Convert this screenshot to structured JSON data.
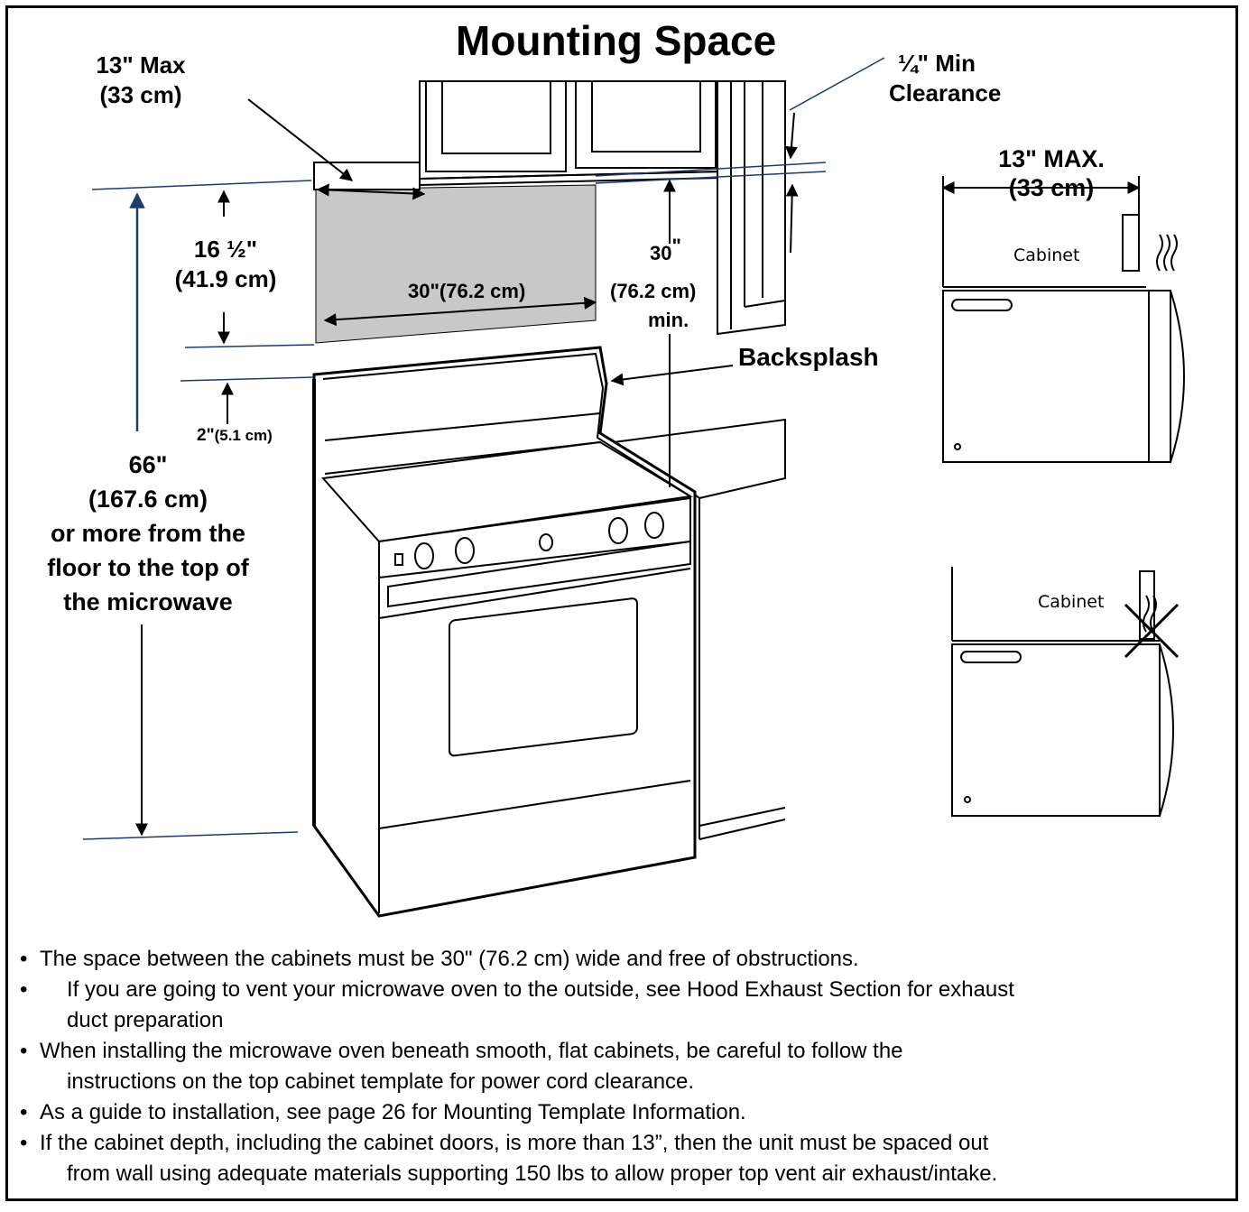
{
  "title": "Mounting Space",
  "labels": {
    "max_depth": "13\" Max",
    "max_depth_metric": "(33 cm)",
    "min_clearance_top": "¼\" Min",
    "min_clearance_bottom": "Clearance",
    "height_16": "16 ½\"",
    "height_16_metric": "(41.9 cm)",
    "width_30": "30\"(76.2 cm)",
    "width_30_min_a": "30",
    "width_30_min_b": "\"",
    "width_30_min_metric": "(76.2 cm)",
    "width_30_min_c": "min.",
    "backsplash": "Backsplash",
    "gap_2": "2\"",
    "gap_2_metric": "(5.1 cm)",
    "floor_66": "66\"",
    "floor_66_metric": "(167.6 cm)",
    "floor_line1": "or more from the",
    "floor_line2": "floor to the top of",
    "floor_line3": "the microwave",
    "side_max": "13\" MAX.",
    "side_max_metric": "(33 cm)",
    "cabinet_1": "Cabinet",
    "cabinet_2": "Cabinet"
  },
  "notes": [
    {
      "bullet": "•",
      "text": "The space between the cabinets must be 30\" (76.2 cm) wide and free of obstructions."
    },
    {
      "bullet": "•",
      "text": "If you are going to vent your microwave oven to the outside, see Hood Exhaust Section for exhaust",
      "cont": "duct preparation"
    },
    {
      "bullet": "•",
      "text": "When installing the microwave oven beneath smooth, flat cabinets, be careful to follow the",
      "cont": "instructions on the top cabinet template for power cord clearance."
    },
    {
      "bullet": "•",
      "text": "As a guide to installation, see page 26 for Mounting Template Information."
    },
    {
      "bullet": "•",
      "text": "If the cabinet depth, including the cabinet doors, is more than 13”, then the unit must be spaced out",
      "cont": "from wall using adequate materials supporting 150 lbs to allow proper top vent air exhaust/intake."
    }
  ],
  "colors": {
    "dimension_line": "#1f3a6b",
    "arrow": "#000000",
    "wall_fill": "#c8c8c8"
  }
}
